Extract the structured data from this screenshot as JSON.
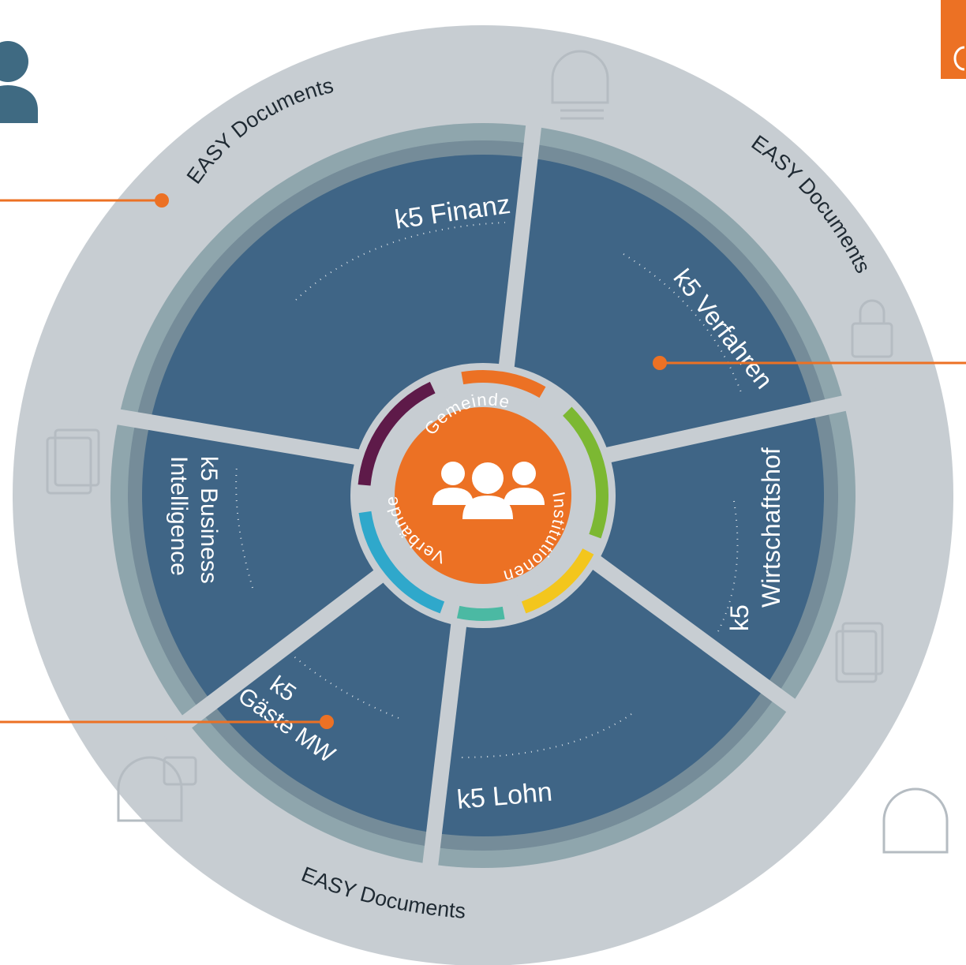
{
  "diagram": {
    "center": {
      "labels": [
        "Gemeinde",
        "Institutionen",
        "Verbände"
      ],
      "icon": "people-group-icon",
      "color": "#ec7124"
    },
    "outer_ring_labels": [
      "EASY Documents",
      "EASY Documents",
      "EASY Documents"
    ],
    "modules": [
      {
        "lines": [
          "k5 Finanz"
        ],
        "accent": "#2fa8cb"
      },
      {
        "lines": [
          "k5 Verfahren"
        ],
        "accent": "#5e1a49"
      },
      {
        "lines": [
          "k5",
          "Wirtschaftshof"
        ],
        "accent": "#ec7124"
      },
      {
        "lines": [
          "k5 Lohn"
        ],
        "accent": "#7cb832"
      },
      {
        "lines": [
          "k5",
          "Gäste MW"
        ],
        "accent": "#f3c61d"
      },
      {
        "lines": [
          "k5 Business",
          "Intelligence"
        ],
        "accent": "#4bb9a3"
      }
    ],
    "colors": {
      "segment": "#3f6586",
      "outer_ring": "#c7cdd2",
      "band": "#8fa6ad",
      "callout": "#ec7124",
      "user_icon": "#3f6a82"
    },
    "icons": [
      "user-icon",
      "document-icon",
      "lock-icon",
      "archive-icon"
    ]
  }
}
